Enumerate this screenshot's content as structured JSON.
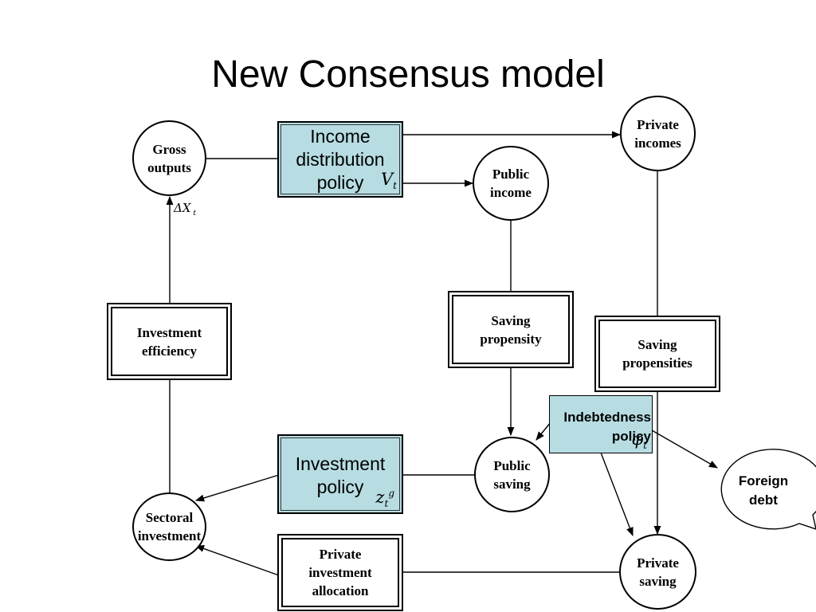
{
  "title": "New Consensus model",
  "nodes": {
    "gross_outputs": "Gross\noutputs",
    "private_incomes": "Private\nincomes",
    "public_income": "Public\nincome",
    "public_saving": "Public\nsaving",
    "sectoral_investment": "Sectoral\ninvestment",
    "private_saving": "Private\nsaving",
    "investment_efficiency": "Investment\nefficiency",
    "saving_propensity": "Saving\npropensity",
    "saving_propensities": "Saving\npropensities",
    "private_investment_allocation": "Private\ninvestment\nallocation"
  },
  "policies": {
    "income_distribution": {
      "label": "Income\ndistribution\npolicy",
      "symbol": "Vt"
    },
    "investment": {
      "label": "Investment\npolicy",
      "symbol": "zt g"
    },
    "indebtedness": {
      "label": "Indebtedness\npolicy",
      "symbol": "φt"
    }
  },
  "foreign_debt": "Foreign\ndebt",
  "delta_label": "ΔX t"
}
